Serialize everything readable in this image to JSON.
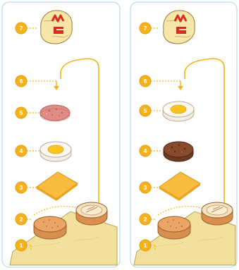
{
  "panels": [
    {
      "id": "left",
      "steps": [
        {
          "number": "7",
          "item": "wrapper"
        },
        {
          "number": "6",
          "item": "muffin-top"
        },
        {
          "number": "5",
          "item": "ham"
        },
        {
          "number": "4",
          "item": "egg"
        },
        {
          "number": "3",
          "item": "cheese"
        },
        {
          "number": "2",
          "item": "muffin-bottom"
        },
        {
          "number": "1",
          "item": "tray"
        }
      ]
    },
    {
      "id": "right",
      "steps": [
        {
          "number": "7",
          "item": "wrapper"
        },
        {
          "number": "6",
          "item": "muffin-top"
        },
        {
          "number": "5",
          "item": "egg"
        },
        {
          "number": "4",
          "item": "sausage"
        },
        {
          "number": "3",
          "item": "cheese"
        },
        {
          "number": "2",
          "item": "muffin-bottom"
        },
        {
          "number": "1",
          "item": "tray"
        }
      ]
    }
  ],
  "colors": {
    "badge": "#f6b21b",
    "panel_border": "#b9dcec",
    "cheese": "#f9bc3c",
    "muffin": "#eaa465",
    "ham": "#e08b86",
    "egg_yolk": "#f7c420",
    "sausage": "#8a4a2e",
    "tray": "#f2e19d",
    "arrow": "#f6b21b"
  },
  "icons": [
    "wrapper-icon",
    "muffin-top-icon",
    "ham-icon",
    "egg-icon",
    "sausage-icon",
    "cheese-icon",
    "muffin-bottom-icon",
    "tray-icon",
    "curved-arrow-icon"
  ]
}
